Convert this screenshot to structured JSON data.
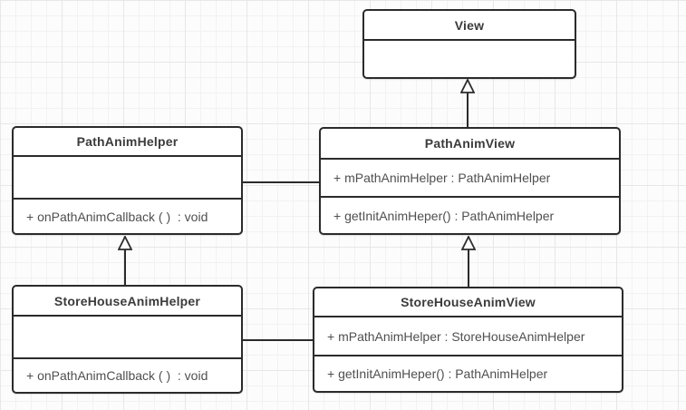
{
  "diagram": {
    "type": "uml-class-diagram",
    "colors": {
      "background": "#fcfcfc",
      "grid_line": "#e7e7e7",
      "box_fill": "#ffffff",
      "box_border": "#2b2b2b",
      "title_text": "#3b3b3b",
      "member_text": "#4f4f4f"
    },
    "classes": [
      {
        "id": "view",
        "name": "View",
        "attributes": [],
        "methods": []
      },
      {
        "id": "path-anim-helper",
        "name": "PathAnimHelper",
        "attributes": [],
        "methods": [
          "+ onPathAnimCallback ( )  : void"
        ]
      },
      {
        "id": "path-anim-view",
        "name": "PathAnimView",
        "attributes": [
          "+ mPathAnimHelper : PathAnimHelper"
        ],
        "methods": [
          "+ getInitAnimHeper() : PathAnimHelper"
        ]
      },
      {
        "id": "store-house-anim-helper",
        "name": "StoreHouseAnimHelper",
        "attributes": [],
        "methods": [
          "+ onPathAnimCallback ( )  : void"
        ]
      },
      {
        "id": "store-house-anim-view",
        "name": "StoreHouseAnimView",
        "attributes": [
          "+ mPathAnimHelper : StoreHouseAnimHelper"
        ],
        "methods": [
          "+ getInitAnimHeper() : PathAnimHelper"
        ]
      }
    ],
    "relationships": [
      {
        "from": "PathAnimView",
        "to": "View",
        "type": "generalization"
      },
      {
        "from": "StoreHouseAnimHelper",
        "to": "PathAnimHelper",
        "type": "generalization"
      },
      {
        "from": "StoreHouseAnimView",
        "to": "PathAnimView",
        "type": "generalization"
      },
      {
        "from": "PathAnimHelper",
        "to": "PathAnimView",
        "type": "association"
      },
      {
        "from": "StoreHouseAnimHelper",
        "to": "StoreHouseAnimView",
        "type": "association"
      }
    ]
  }
}
